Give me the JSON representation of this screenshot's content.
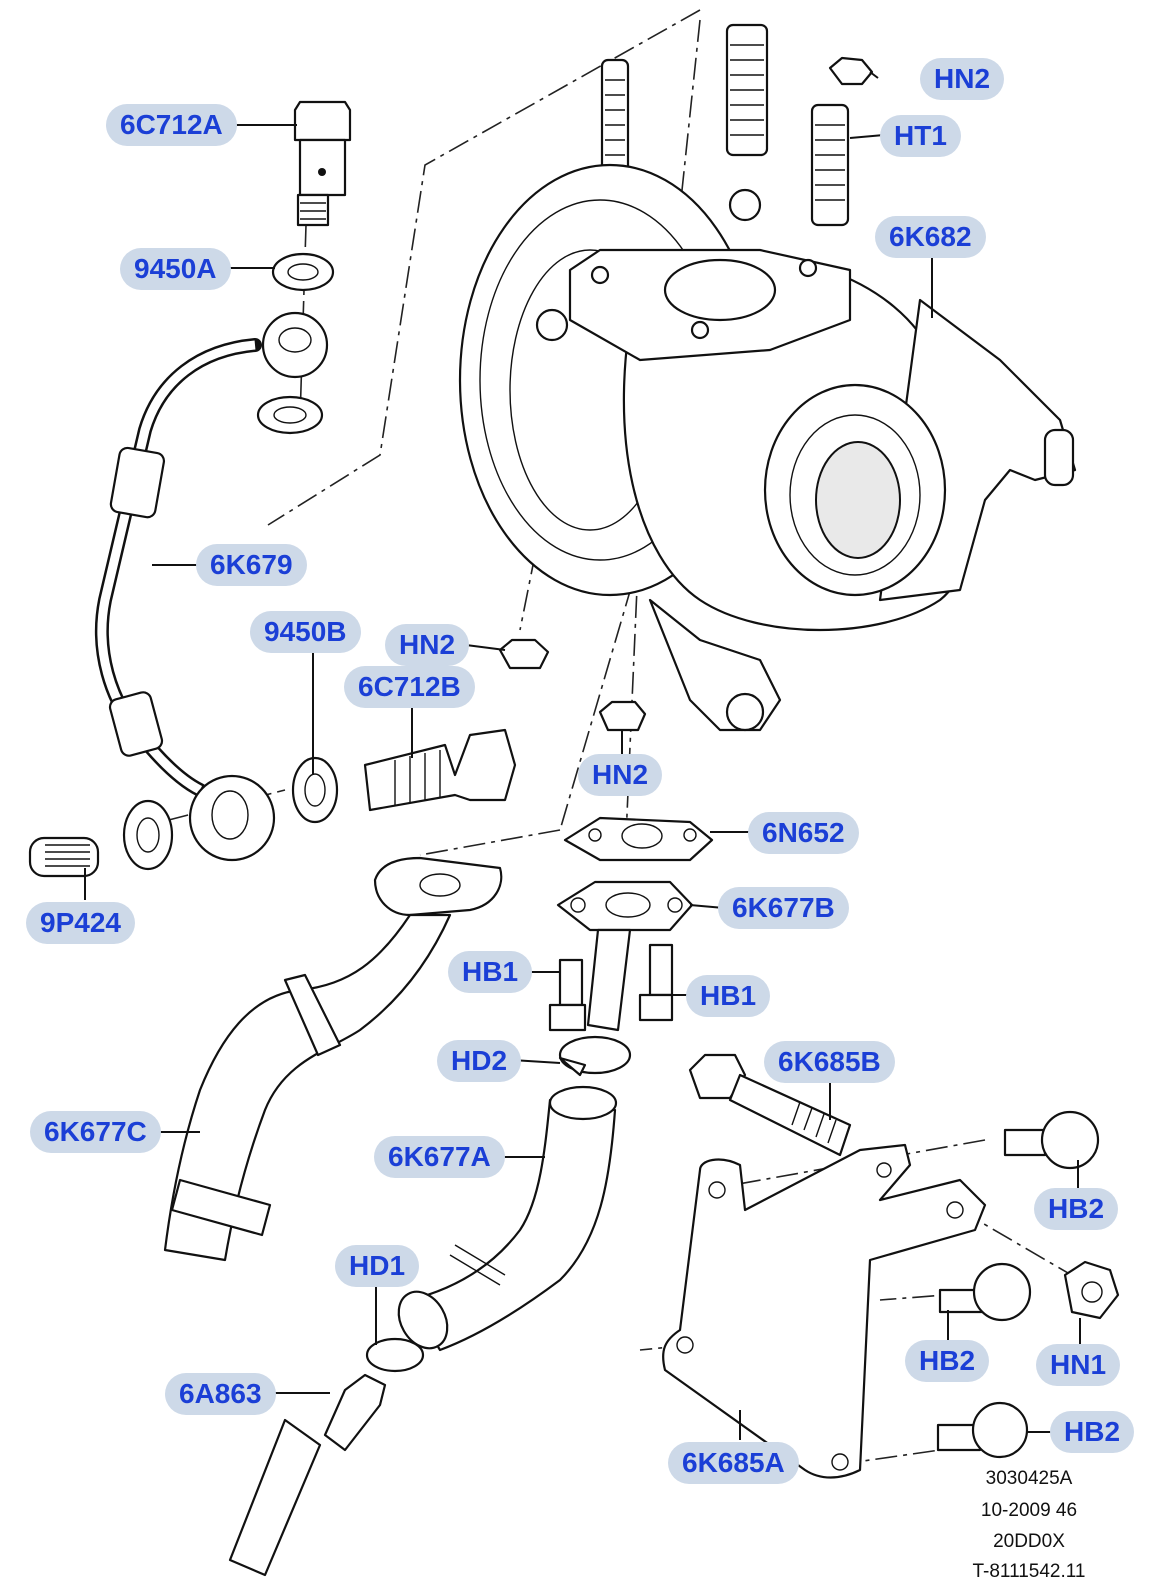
{
  "diagram": {
    "callouts": [
      {
        "id": "6C712A",
        "label": "6C712A"
      },
      {
        "id": "9450A",
        "label": "9450A"
      },
      {
        "id": "6K679",
        "label": "6K679"
      },
      {
        "id": "9450B",
        "label": "9450B"
      },
      {
        "id": "HN2_a",
        "label": "HN2"
      },
      {
        "id": "6C712B",
        "label": "6C712B"
      },
      {
        "id": "9P424",
        "label": "9P424"
      },
      {
        "id": "HN2_top",
        "label": "HN2"
      },
      {
        "id": "HT1",
        "label": "HT1"
      },
      {
        "id": "6K682",
        "label": "6K682"
      },
      {
        "id": "HN2_b",
        "label": "HN2"
      },
      {
        "id": "6N652",
        "label": "6N652"
      },
      {
        "id": "6K677B",
        "label": "6K677B"
      },
      {
        "id": "HB1_left",
        "label": "HB1"
      },
      {
        "id": "HB1_right",
        "label": "HB1"
      },
      {
        "id": "HD2",
        "label": "HD2"
      },
      {
        "id": "6K685B",
        "label": "6K685B"
      },
      {
        "id": "6K677C",
        "label": "6K677C"
      },
      {
        "id": "6K677A",
        "label": "6K677A"
      },
      {
        "id": "HB2_a",
        "label": "HB2"
      },
      {
        "id": "HD1",
        "label": "HD1"
      },
      {
        "id": "6A863",
        "label": "6A863"
      },
      {
        "id": "HB2_b",
        "label": "HB2"
      },
      {
        "id": "HN1",
        "label": "HN1"
      },
      {
        "id": "6K685A",
        "label": "6K685A"
      },
      {
        "id": "HB2_c",
        "label": "HB2"
      }
    ],
    "caption_lines": [
      "3030425A",
      "10-2009 46",
      "20DD0X",
      "T-8111542.11"
    ],
    "colors": {
      "callout_bg": "#cdd9e8",
      "callout_text": "#1b3fd6",
      "line": "#111111"
    }
  }
}
